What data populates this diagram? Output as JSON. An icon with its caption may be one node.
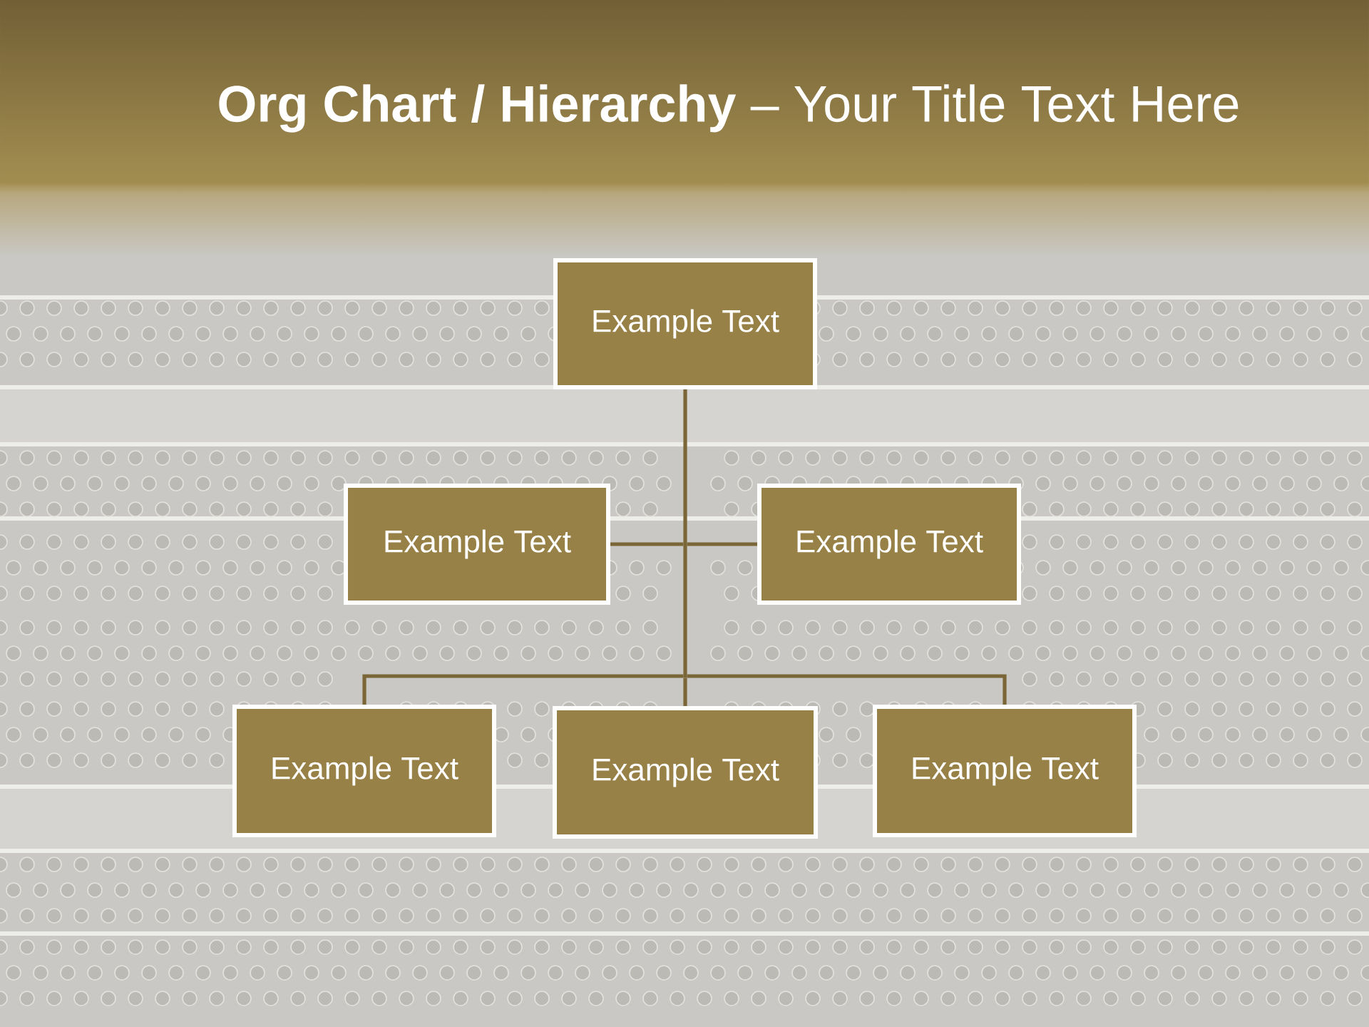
{
  "diagram": {
    "title": "**Org Chart / Hierarchy** – Your Title Text Here",
    "nodes": [
      {
        "text": [
          "Example Text"
        ]
      },
      {
        "text": [
          "Example Text"
        ]
      },
      {
        "text": [
          "Example Text"
        ]
      },
      {
        "text": [
          "Example Text"
        ]
      },
      {
        "text": [
          "Example Text"
        ]
      },
      {
        "text": [
          "Example Text"
        ]
      }
    ],
    "edges": [
      {
        "from": 0,
        "to": 1,
        "arrow": "none"
      },
      {
        "from": 0,
        "to": 2,
        "arrow": "none"
      },
      {
        "from": 0,
        "to": 3,
        "arrow": "none"
      },
      {
        "from": 0,
        "to": 4,
        "arrow": "none"
      },
      {
        "from": 0,
        "to": 5,
        "arrow": "none"
      }
    ]
  }
}
